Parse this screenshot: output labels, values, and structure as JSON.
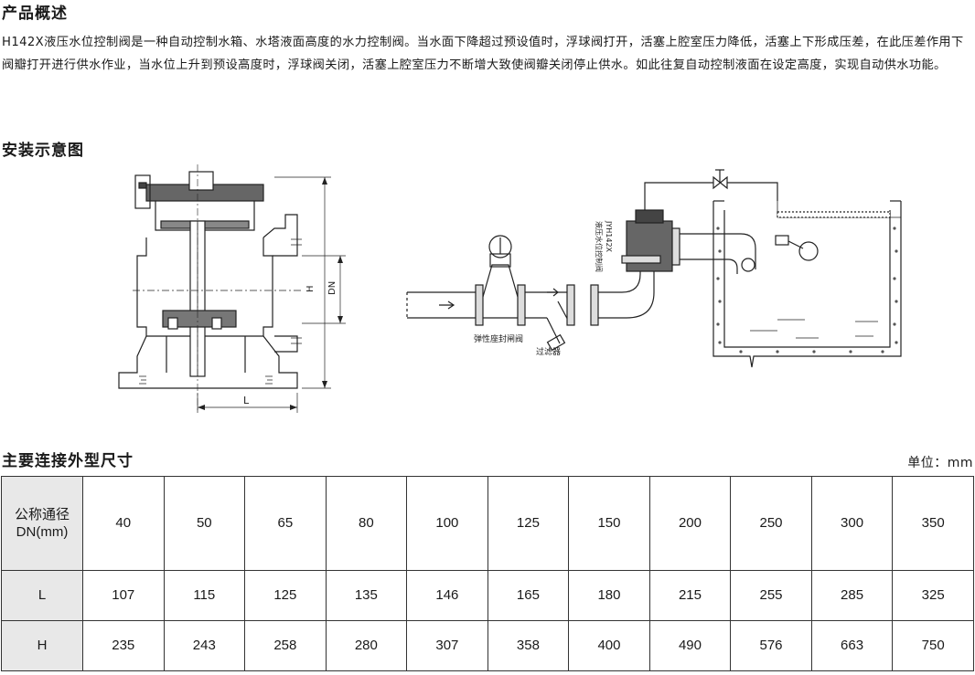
{
  "overview": {
    "title": "产品概述",
    "text": "H142X液压水位控制阀是一种自动控制水箱、水塔液面高度的水力控制阀。当水面下降超过预设值时，浮球阀打开，活塞上腔室压力降低，活塞上下形成压差，在此压差作用下阀瓣打开进行供水作业，当水位上升到预设高度时，浮球阀关闭，活塞上腔室压力不断增大致使阀瓣关闭停止供水。如此往复自动控制液面在设定高度，实现自动供水功能。"
  },
  "install": {
    "title": "安装示意图",
    "labels": {
      "dim_h": "H",
      "dim_dn": "DN",
      "dim_l": "L",
      "gate_valve": "弹性座封闸阀",
      "filter": "过滤器",
      "model": "JYH142X",
      "valve_name": "液压水位控制阀"
    }
  },
  "dimensions": {
    "title": "主要连接外型尺寸",
    "unit": "单位：mm",
    "row_headers": [
      "公称通径\nDN(mm)",
      "L",
      "H"
    ],
    "rows": [
      [
        "40",
        "50",
        "65",
        "80",
        "100",
        "125",
        "150",
        "200",
        "250",
        "300",
        "350"
      ],
      [
        "107",
        "115",
        "125",
        "135",
        "146",
        "165",
        "180",
        "215",
        "255",
        "285",
        "325"
      ],
      [
        "235",
        "243",
        "258",
        "280",
        "307",
        "358",
        "400",
        "490",
        "576",
        "663",
        "750"
      ]
    ]
  }
}
